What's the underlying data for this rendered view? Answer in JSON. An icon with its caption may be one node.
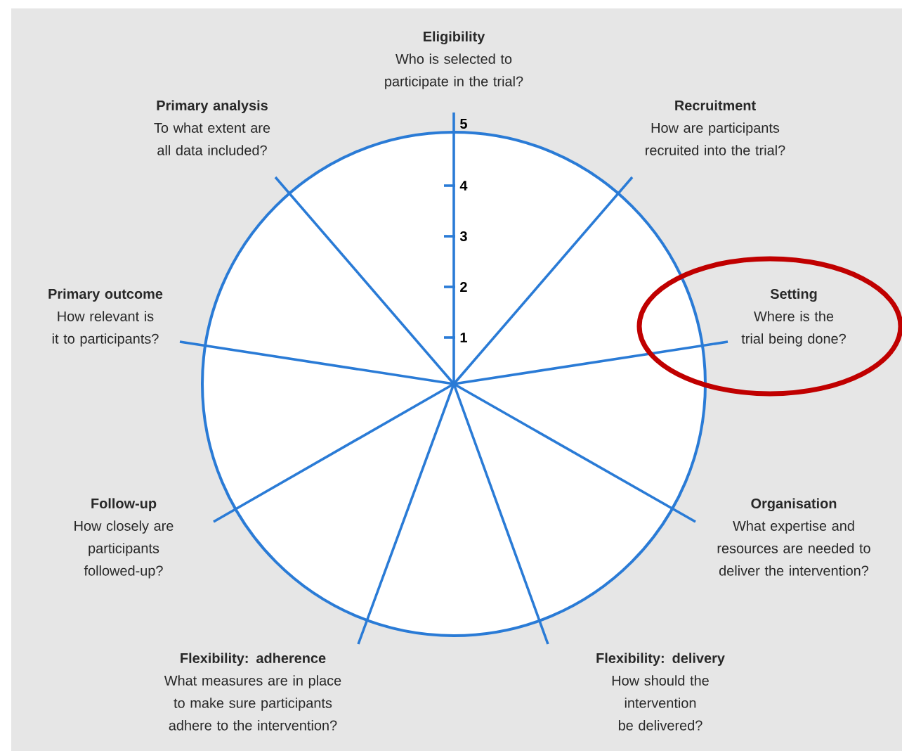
{
  "diagram": {
    "nodes": [
      {
        "text": [
          "Eligibility",
          "Who is selected to participate in the trial?"
        ]
      },
      {
        "text": [
          "Primary analysis",
          "To what extent are all data included?"
        ]
      },
      {
        "text": [
          "Recruitment",
          "How are participants recruited into the trial?"
        ]
      },
      {
        "text": [
          "Primary outcome",
          "How relevant is it to participants?"
        ]
      },
      {
        "text": [],
        "shape": "ellipse"
      },
      {
        "text": [
          "Setting",
          "Where is the trial being done?"
        ],
        "in": 4
      },
      {
        "text": [
          "Follow-up",
          "How closely are participants followed-up?"
        ]
      },
      {
        "text": [
          "Organisation",
          "What expertise and resources are needed to deliver the intervention?"
        ]
      },
      {
        "text": [
          "Flexibility: adherence",
          "What measures are in place to make sure participants adhere to the intervention?"
        ]
      },
      {
        "text": [
          "Flexibility: delivery",
          "How should the intervention be delivered?"
        ]
      }
    ],
    "labels": [
      "5",
      "4",
      "3",
      "2",
      "1"
    ]
  }
}
